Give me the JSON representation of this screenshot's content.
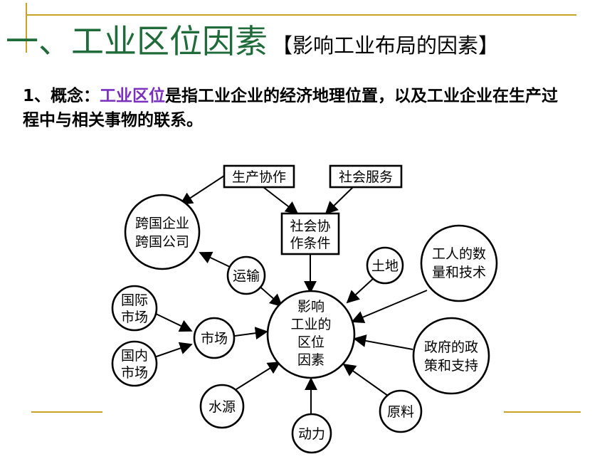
{
  "title": {
    "main": "一、工业区位因素",
    "sub": "【影响工业布局的因素】"
  },
  "concept": {
    "prefix": "1、概念：",
    "term": "工业区位",
    "text": "是指工业企业的经济地理位置，以及工业企业在生产过程中与相关事物的联系。"
  },
  "diagram": {
    "nodes": {
      "center": [
        "影响",
        "工业的",
        "区位",
        "因素"
      ],
      "coop": [
        "社会协",
        "作条件"
      ],
      "production": [
        "生产协作"
      ],
      "service": [
        "社会服务"
      ],
      "multinational": [
        "跨国企业",
        "跨国公司"
      ],
      "transport": [
        "运输"
      ],
      "intl_market": [
        "国际",
        "市场"
      ],
      "dom_market": [
        "国内",
        "市场"
      ],
      "market": [
        "市场"
      ],
      "water": [
        "水源"
      ],
      "power": [
        "动力"
      ],
      "raw": [
        "原料"
      ],
      "policy": [
        "政府的政",
        "策和支持"
      ],
      "workers": [
        "工人的数",
        "量和技术"
      ],
      "land": [
        "土地"
      ]
    }
  },
  "colors": {
    "title": "#1f6b3a",
    "highlight": "#7b2fbe",
    "rule": "#c9a227"
  }
}
